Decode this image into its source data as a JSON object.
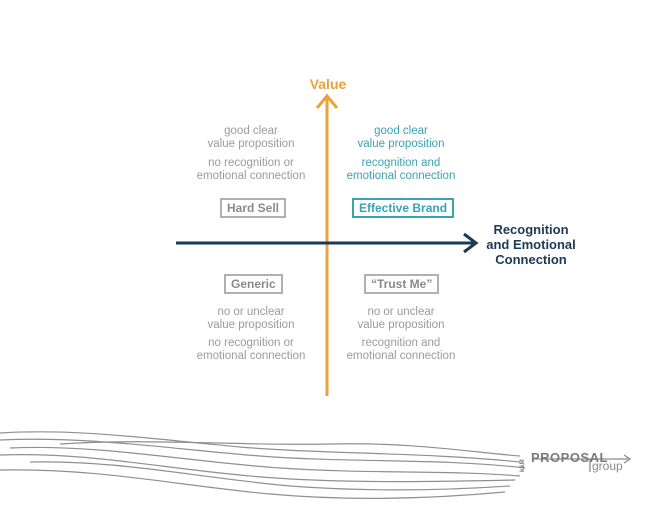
{
  "diagram": {
    "y_axis_label": "Value",
    "x_axis_label": [
      "Recognition",
      "and Emotional",
      "Connection"
    ],
    "quadrants": {
      "top_left": {
        "line1": [
          "good clear",
          "value proposition"
        ],
        "line2": [
          "no recognition or",
          "emotional connection"
        ],
        "badge": "Hard Sell"
      },
      "top_right": {
        "line1": [
          "good clear",
          "value proposition"
        ],
        "line2": [
          "recognition and",
          "emotional connection"
        ],
        "badge": "Effective Brand"
      },
      "bottom_left": {
        "badge": "Generic",
        "line1": [
          "no or unclear",
          "value proposition"
        ],
        "line2": [
          "no recognition or",
          "emotional connection"
        ]
      },
      "bottom_right": {
        "badge": "“Trust Me”",
        "line1": [
          "no or unclear",
          "value proposition"
        ],
        "line2": [
          "recognition and",
          "emotional connection"
        ]
      }
    },
    "colors": {
      "value_axis": "#e8a33a",
      "recognition_axis": "#1c3a55",
      "positive_text": "#3aa3b1",
      "neutral_text": "#9b9b9b"
    }
  },
  "logo": {
    "prefix": "k&M",
    "main": "PROPOSAL",
    "suffix": "group"
  }
}
